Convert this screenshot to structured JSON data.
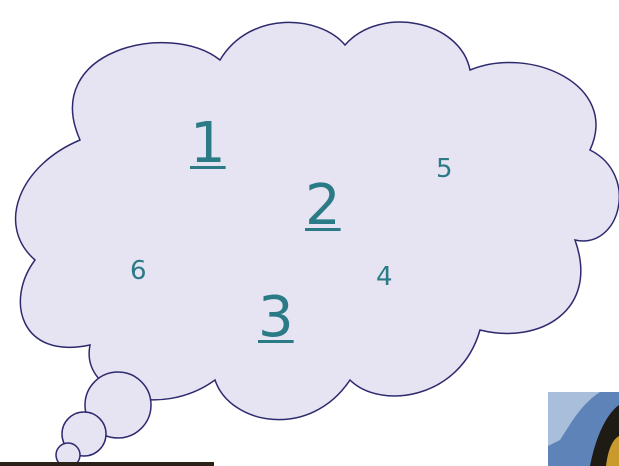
{
  "colors": {
    "cloud_fill": "#e6e3f3",
    "cloud_stroke": "#2e2a6e",
    "text": "#2b7b86",
    "photo_sky": "#5d83b8",
    "photo_dark": "#1e1a14",
    "photo_gold": "#c99a2e",
    "bar": "#2a2119"
  },
  "cloud": {
    "items": [
      {
        "id": "1",
        "label": "1",
        "style": "big-underlined"
      },
      {
        "id": "2",
        "label": "2",
        "style": "big-underlined"
      },
      {
        "id": "3",
        "label": "3",
        "style": "big-underlined"
      },
      {
        "id": "4",
        "label": "4",
        "style": "small"
      },
      {
        "id": "5",
        "label": "5",
        "style": "small"
      },
      {
        "id": "6",
        "label": "6",
        "style": "small"
      }
    ]
  }
}
